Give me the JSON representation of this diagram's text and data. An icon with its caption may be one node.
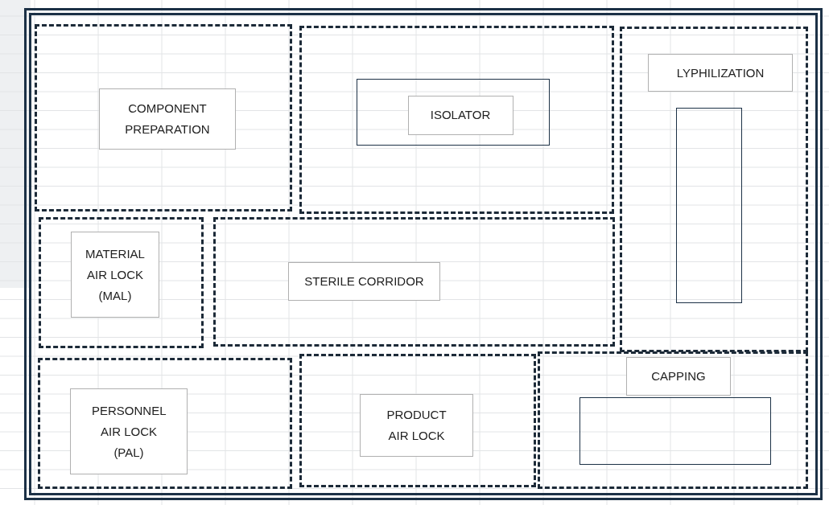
{
  "diagram": {
    "nodes": [
      {
        "text": [],
        "shape": "box"
      },
      {
        "text": [],
        "shape": "box",
        "in": 0
      },
      {
        "text": [
          "COMPONENT PREPARATION"
        ],
        "in": 1
      },
      {
        "text": [],
        "shape": "box",
        "in": 0
      },
      {
        "text": [],
        "shape": "box",
        "in": 3
      },
      {
        "text": [
          "ISOLATOR"
        ],
        "in": 4
      },
      {
        "text": [],
        "shape": "box",
        "in": 0
      },
      {
        "text": [
          "LYPHILIZATION"
        ],
        "in": 6
      },
      {
        "text": [],
        "shape": "box",
        "in": 6
      },
      {
        "text": [],
        "shape": "box",
        "in": 0
      },
      {
        "text": [
          "MATERIAL AIR LOCK (MAL)"
        ],
        "in": 9
      },
      {
        "text": [],
        "shape": "box",
        "in": 0
      },
      {
        "text": [
          "STERILE CORRIDOR"
        ],
        "in": 11
      },
      {
        "text": [],
        "shape": "box",
        "in": 0
      },
      {
        "text": [
          "PERSONNEL AIR LOCK (PAL)"
        ],
        "in": 13
      },
      {
        "text": [],
        "shape": "box",
        "in": 0
      },
      {
        "text": [
          "PRODUCT AIR LOCK"
        ],
        "in": 15
      },
      {
        "text": [],
        "shape": "box",
        "in": 0
      },
      {
        "text": [
          "CAPPING"
        ],
        "in": 17
      },
      {
        "text": [],
        "shape": "box",
        "in": 17
      }
    ],
    "edges": []
  }
}
